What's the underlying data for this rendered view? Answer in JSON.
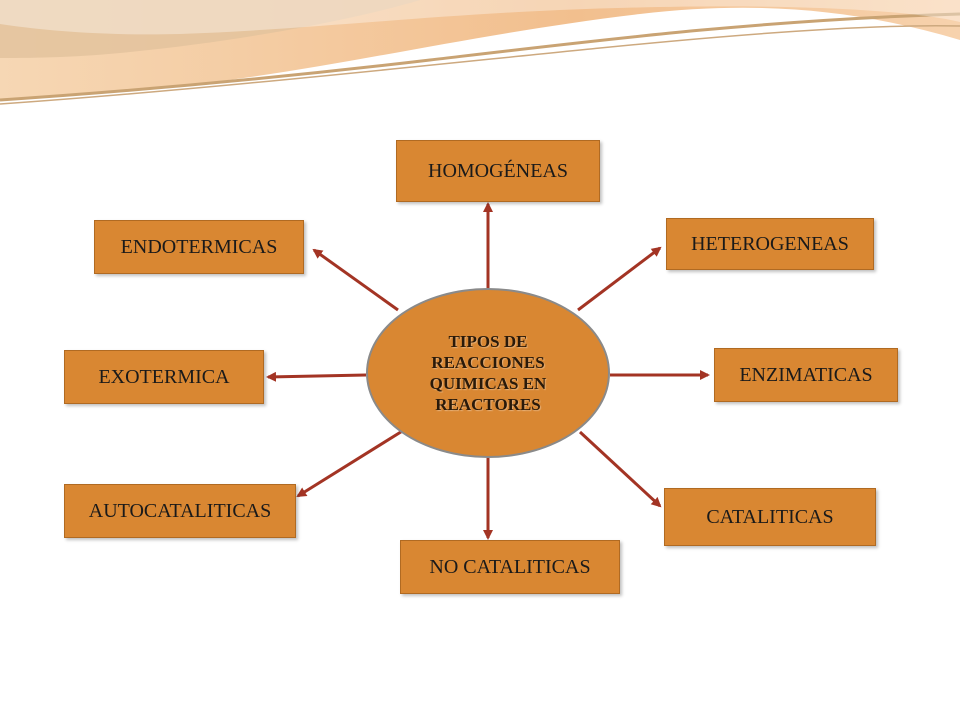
{
  "diagram": {
    "center": "TIPOS DE REACCIONES QUIMICAS EN REACTORES",
    "nodes": {
      "homogeneas": "HOMOGÉNEAS",
      "heterogeneas": "HETEROGENEAS",
      "endotermicas": "ENDOTERMICAS",
      "exotermica": "EXOTERMICA",
      "enzimaticas": "ENZIMATICAS",
      "autocataliticas": "AUTOCATALITICAS",
      "cataliticas": "CATALITICAS",
      "no_cataliticas": "NO CATALITICAS"
    }
  },
  "colors": {
    "box_fill": "#d98732",
    "arrow": "#a33424",
    "banner_peach": "#f4c9a0",
    "banner_tan": "#c9a373"
  }
}
